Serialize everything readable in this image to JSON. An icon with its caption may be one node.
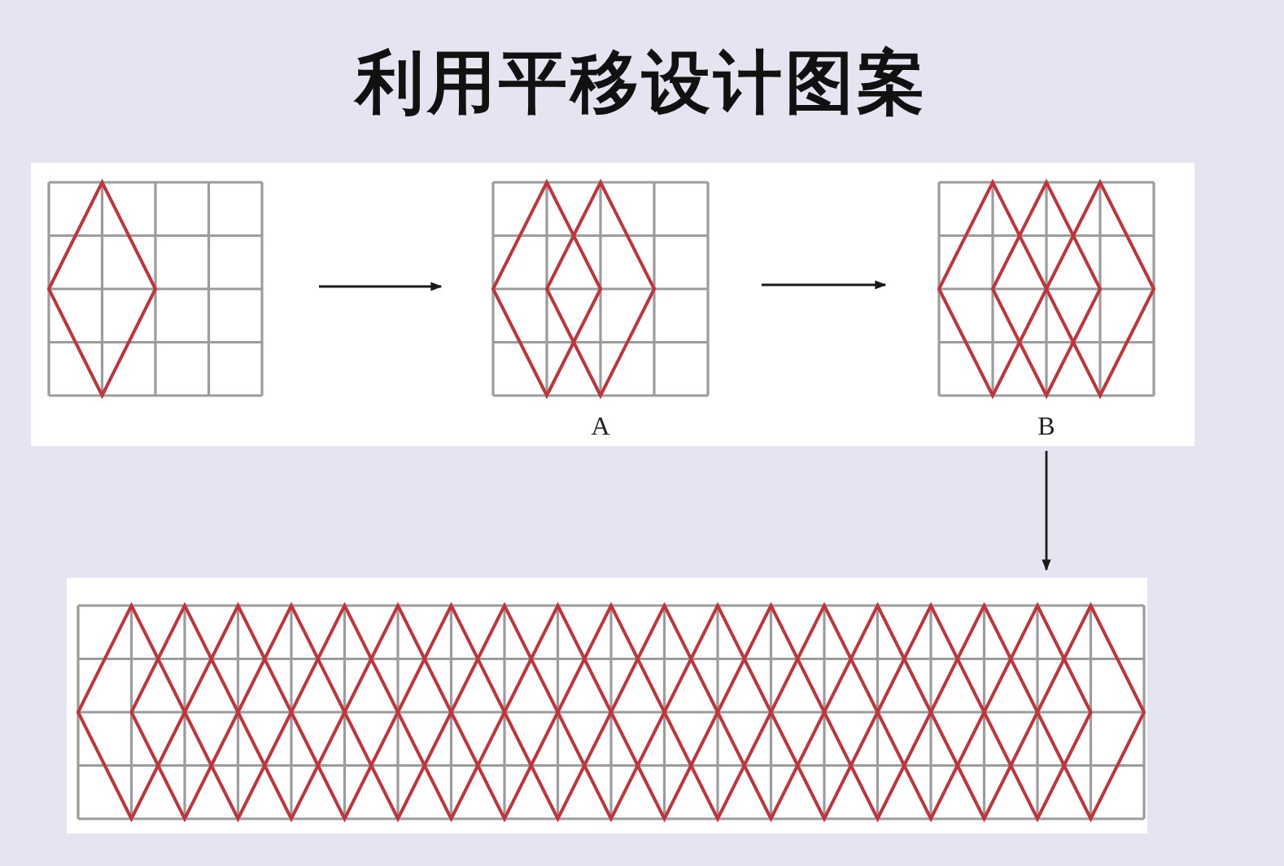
{
  "diagram": {
    "title": "利用平移设计图案",
    "nodes": [
      {
        "text": [],
        "shape": "picture"
      },
      {
        "text": [],
        "shape": "picture",
        "beside": [
          "A"
        ]
      },
      {
        "text": [],
        "shape": "picture",
        "beside": [
          "B"
        ]
      },
      {
        "text": [],
        "shape": "picture"
      }
    ],
    "edges": [
      {
        "from": 0,
        "to": 1,
        "arrow": "to"
      },
      {
        "from": 1,
        "to": 2,
        "arrow": "to"
      },
      {
        "from": 2,
        "to": 3,
        "arrow": "to"
      }
    ]
  }
}
